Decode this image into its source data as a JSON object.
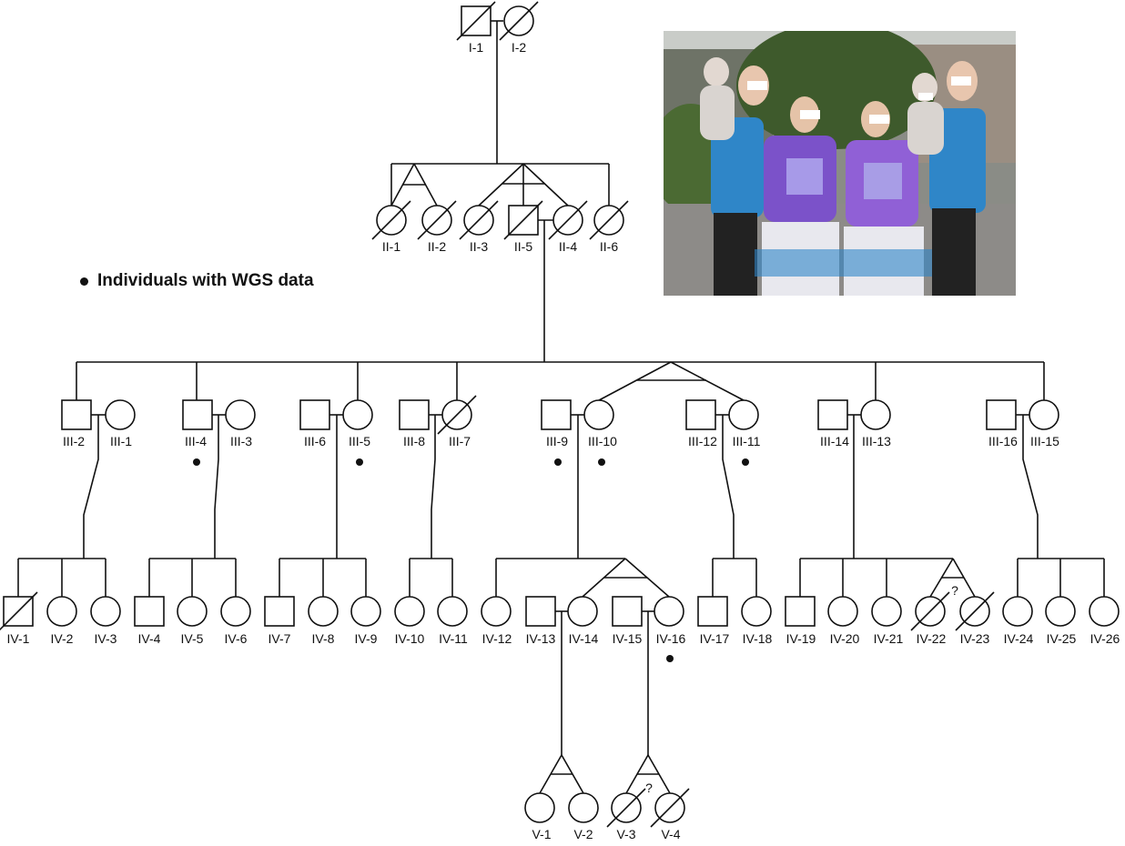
{
  "legend": {
    "text": "Individuals with WGS data",
    "marker": "filled-dot"
  },
  "labels": {
    "I-1": "I-1",
    "I-2": "I-2",
    "II-1": "II-1",
    "II-2": "II-2",
    "II-3": "II-3",
    "II-5": "II-5",
    "II-4": "II-4",
    "II-6": "II-6",
    "III-2": "III-2",
    "III-1": "III-1",
    "III-4": "III-4",
    "III-3": "III-3",
    "III-6": "III-6",
    "III-5": "III-5",
    "III-8": "III-8",
    "III-7": "III-7",
    "III-9": "III-9",
    "III-10": "III-10",
    "III-12": "III-12",
    "III-11": "III-11",
    "III-14": "III-14",
    "III-13": "III-13",
    "III-16": "III-16",
    "III-15": "III-15",
    "IV-1": "IV-1",
    "IV-2": "IV-2",
    "IV-3": "IV-3",
    "IV-4": "IV-4",
    "IV-5": "IV-5",
    "IV-6": "IV-6",
    "IV-7": "IV-7",
    "IV-8": "IV-8",
    "IV-9": "IV-9",
    "IV-10": "IV-10",
    "IV-11": "IV-11",
    "IV-12": "IV-12",
    "IV-13": "IV-13",
    "IV-14": "IV-14",
    "IV-15": "IV-15",
    "IV-16": "IV-16",
    "IV-17": "IV-17",
    "IV-18": "IV-18",
    "IV-19": "IV-19",
    "IV-20": "IV-20",
    "IV-21": "IV-21",
    "IV-22": "IV-22",
    "IV-23": "IV-23",
    "IV-24": "IV-24",
    "IV-25": "IV-25",
    "IV-26": "IV-26",
    "V-1": "V-1",
    "V-2": "V-2",
    "V-3": "V-3",
    "V-4": "V-4"
  },
  "question_mark": "?",
  "wgs_individuals": [
    "III-4",
    "III-5",
    "III-9",
    "III-10",
    "III-11",
    "IV-16"
  ],
  "deceased": [
    "I-1",
    "I-2",
    "II-1",
    "II-2",
    "II-3",
    "II-5",
    "II-4",
    "II-6",
    "III-7",
    "IV-1",
    "IV-22",
    "IV-23",
    "V-3",
    "V-4"
  ],
  "photo": {
    "description_icon": "family-photo"
  }
}
